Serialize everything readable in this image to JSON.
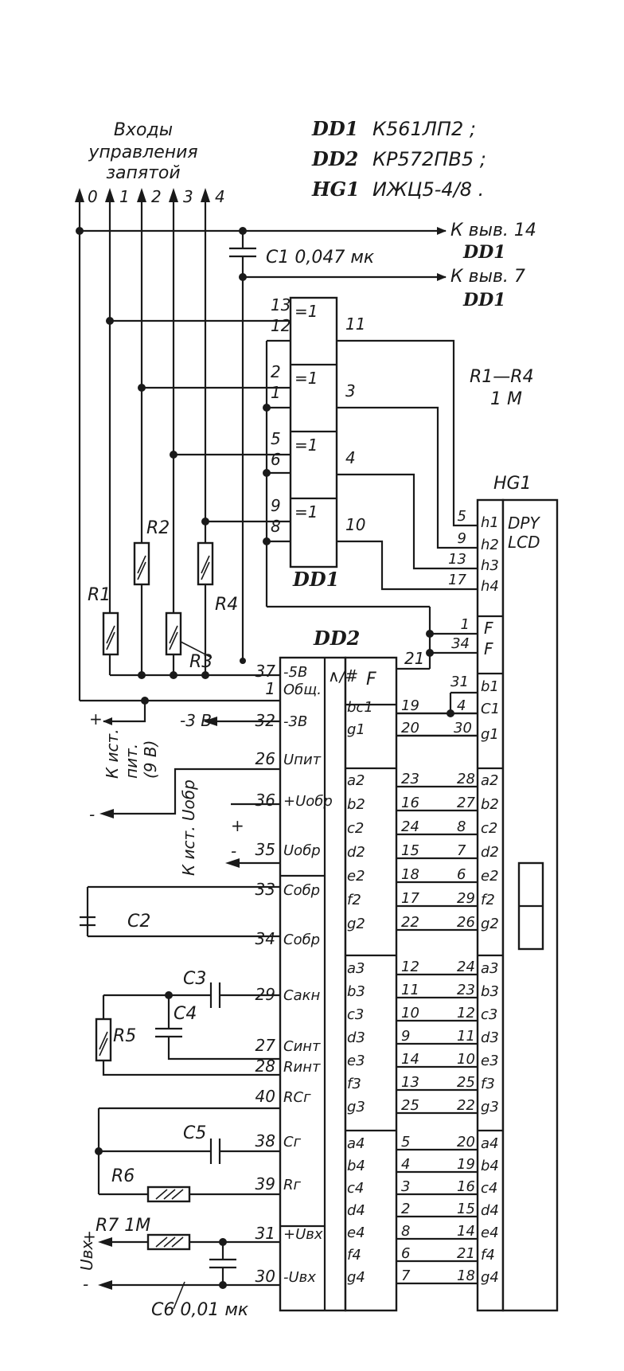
{
  "legend": {
    "inputs_title": [
      "Входы",
      "управления",
      "запятой"
    ],
    "input_numbers": [
      "0",
      "1",
      "2",
      "3",
      "4"
    ],
    "parts": [
      {
        "ref": "DD1",
        "type": "К561ЛП2 ;"
      },
      {
        "ref": "DD2",
        "type": "КР572ПВ5 ;"
      },
      {
        "ref": "HG1",
        "type": "ИЖЦ5-4/8 ."
      }
    ],
    "to_pin14": "К выв. 14",
    "to_pin14_chip": "DD1",
    "to_pin7": "К выв. 7",
    "to_pin7_chip": "DD1",
    "resistors_note": "R1—R4",
    "resistors_value": "1 М"
  },
  "components": {
    "c1": "C1 0,047 мк",
    "c2": "C2",
    "c3": "C3",
    "c4": "C4",
    "c5": "C5",
    "c6": "C6 0,01 мк",
    "r1": "R1",
    "r2": "R2",
    "r3": "R3",
    "r4": "R4",
    "r5": "R5",
    "r6": "R6",
    "r7": "R7 1M",
    "dd1_label": "DD1",
    "dd2_label": "DD2",
    "hg1_label": "HG1",
    "uin_label": "Uвх"
  },
  "dd1": {
    "gate_symbol": "=1",
    "gates": [
      {
        "in_a": "13",
        "in_b": "12",
        "out": "11"
      },
      {
        "in_a": "2",
        "in_b": "1",
        "out": "3"
      },
      {
        "in_a": "5",
        "in_b": "6",
        "out": "4"
      },
      {
        "in_a": "9",
        "in_b": "8",
        "out": "10"
      }
    ]
  },
  "dd2": {
    "header": "∧/#",
    "f_label": "F",
    "f_pin": "21",
    "left_pins": [
      {
        "pin": "37",
        "name": "-5В"
      },
      {
        "pin": "1",
        "name": "Общ."
      },
      {
        "pin": "32",
        "name": "-3В"
      },
      {
        "pin": "26",
        "name": "Uпит"
      },
      {
        "pin": "36",
        "name": "+Uобр"
      },
      {
        "pin": "35",
        "name": "Uобр"
      },
      {
        "pin": "33",
        "name": "Cобр"
      },
      {
        "pin": "34",
        "name": "Cобр"
      },
      {
        "pin": "29",
        "name": "Cакн"
      },
      {
        "pin": "27",
        "name": "Cинт"
      },
      {
        "pin": "28",
        "name": "Rинт"
      },
      {
        "pin": "40",
        "name": "RCг"
      },
      {
        "pin": "38",
        "name": "Cг"
      },
      {
        "pin": "39",
        "name": "Rг"
      },
      {
        "pin": "31",
        "name": "+Uвх"
      },
      {
        "pin": "30",
        "name": "-Uвх"
      }
    ],
    "seg_group1": [
      {
        "seg": "bc1",
        "pin": "19"
      },
      {
        "seg": "g1",
        "pin": "20"
      }
    ],
    "seg_group2": [
      {
        "seg": "a2",
        "pin": "23"
      },
      {
        "seg": "b2",
        "pin": "16"
      },
      {
        "seg": "c2",
        "pin": "24"
      },
      {
        "seg": "d2",
        "pin": "15"
      },
      {
        "seg": "e2",
        "pin": "18"
      },
      {
        "seg": "f2",
        "pin": "17"
      },
      {
        "seg": "g2",
        "pin": "22"
      }
    ],
    "seg_group3": [
      {
        "seg": "a3",
        "pin": "12"
      },
      {
        "seg": "b3",
        "pin": "11"
      },
      {
        "seg": "c3",
        "pin": "10"
      },
      {
        "seg": "d3",
        "pin": "9"
      },
      {
        "seg": "e3",
        "pin": "14"
      },
      {
        "seg": "f3",
        "pin": "13"
      },
      {
        "seg": "g3",
        "pin": "25"
      }
    ],
    "seg_group4": [
      {
        "seg": "a4",
        "pin": "5"
      },
      {
        "seg": "b4",
        "pin": "4"
      },
      {
        "seg": "c4",
        "pin": "3"
      },
      {
        "seg": "d4",
        "pin": "2"
      },
      {
        "seg": "e4",
        "pin": "8"
      },
      {
        "seg": "f4",
        "pin": "6"
      },
      {
        "seg": "g4",
        "pin": "7"
      }
    ]
  },
  "hg1": {
    "title1": "DPY",
    "title2": "LCD",
    "h_pins": [
      {
        "pin": "5",
        "name": "h1"
      },
      {
        "pin": "9",
        "name": "h2"
      },
      {
        "pin": "13",
        "name": "h3"
      },
      {
        "pin": "17",
        "name": "h4"
      }
    ],
    "f_pins": [
      {
        "pin": "1",
        "name": "F"
      },
      {
        "pin": "34",
        "name": "F"
      }
    ],
    "seg1": [
      {
        "pin": "31",
        "name": "b1"
      },
      {
        "pin": "4",
        "name": "C1"
      },
      {
        "pin": "30",
        "name": "g1"
      }
    ],
    "seg2": [
      {
        "pin": "28",
        "name": "a2"
      },
      {
        "pin": "27",
        "name": "b2"
      },
      {
        "pin": "8",
        "name": "c2"
      },
      {
        "pin": "7",
        "name": "d2"
      },
      {
        "pin": "6",
        "name": "e2"
      },
      {
        "pin": "29",
        "name": "f2"
      },
      {
        "pin": "26",
        "name": "g2"
      }
    ],
    "seg3": [
      {
        "pin": "24",
        "name": "a3"
      },
      {
        "pin": "23",
        "name": "b3"
      },
      {
        "pin": "12",
        "name": "c3"
      },
      {
        "pin": "11",
        "name": "d3"
      },
      {
        "pin": "10",
        "name": "e3"
      },
      {
        "pin": "25",
        "name": "f3"
      },
      {
        "pin": "22",
        "name": "g3"
      }
    ],
    "seg4": [
      {
        "pin": "20",
        "name": "a4"
      },
      {
        "pin": "19",
        "name": "b4"
      },
      {
        "pin": "16",
        "name": "c4"
      },
      {
        "pin": "15",
        "name": "d4"
      },
      {
        "pin": "14",
        "name": "e4"
      },
      {
        "pin": "21",
        "name": "f4"
      },
      {
        "pin": "18",
        "name": "g4"
      }
    ]
  },
  "power": {
    "minus3v": "-3 В",
    "supply_label": [
      "К ист.",
      "пит.",
      "(9 В)"
    ],
    "ref_label": "К ист. Uобр",
    "plus": "+",
    "minus": "-"
  }
}
